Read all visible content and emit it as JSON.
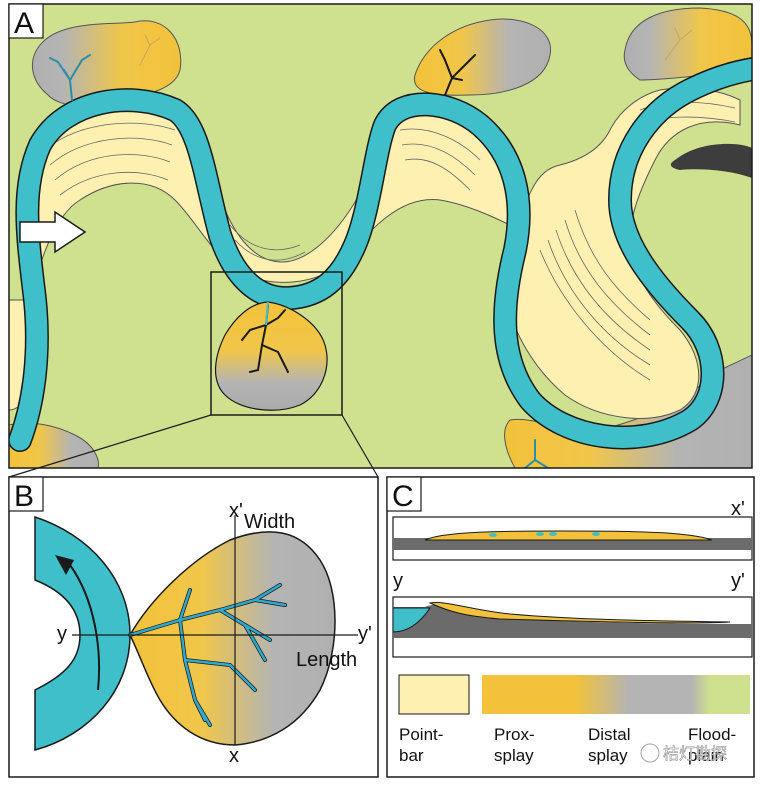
{
  "colors": {
    "floodplain": "#cfe08e",
    "pointbar": "#fdf0b0",
    "channel": "#3fbfc9",
    "prox": "#f3c23a",
    "distal": "#b4b4b4",
    "mud": "#6b6b6b",
    "outline": "#1a1a1a"
  },
  "panels": {
    "a": {
      "letter": "A"
    },
    "b": {
      "letter": "B",
      "x_top": "x'",
      "width": "Width",
      "y_left": "y",
      "y_right": "y'",
      "length": "Length",
      "x_bottom": "x"
    },
    "c": {
      "letter": "C",
      "x_right": "x'",
      "y_left": "y",
      "y_right": "y'"
    }
  },
  "legend": [
    {
      "line1": "Point-",
      "line2": "bar"
    },
    {
      "line1": "Prox-",
      "line2": "splay"
    },
    {
      "line1": "Distal",
      "line2": "splay"
    },
    {
      "line1": "Flood-",
      "line2": "plain"
    }
  ],
  "watermark": {
    "text": "桔灯勘探"
  }
}
